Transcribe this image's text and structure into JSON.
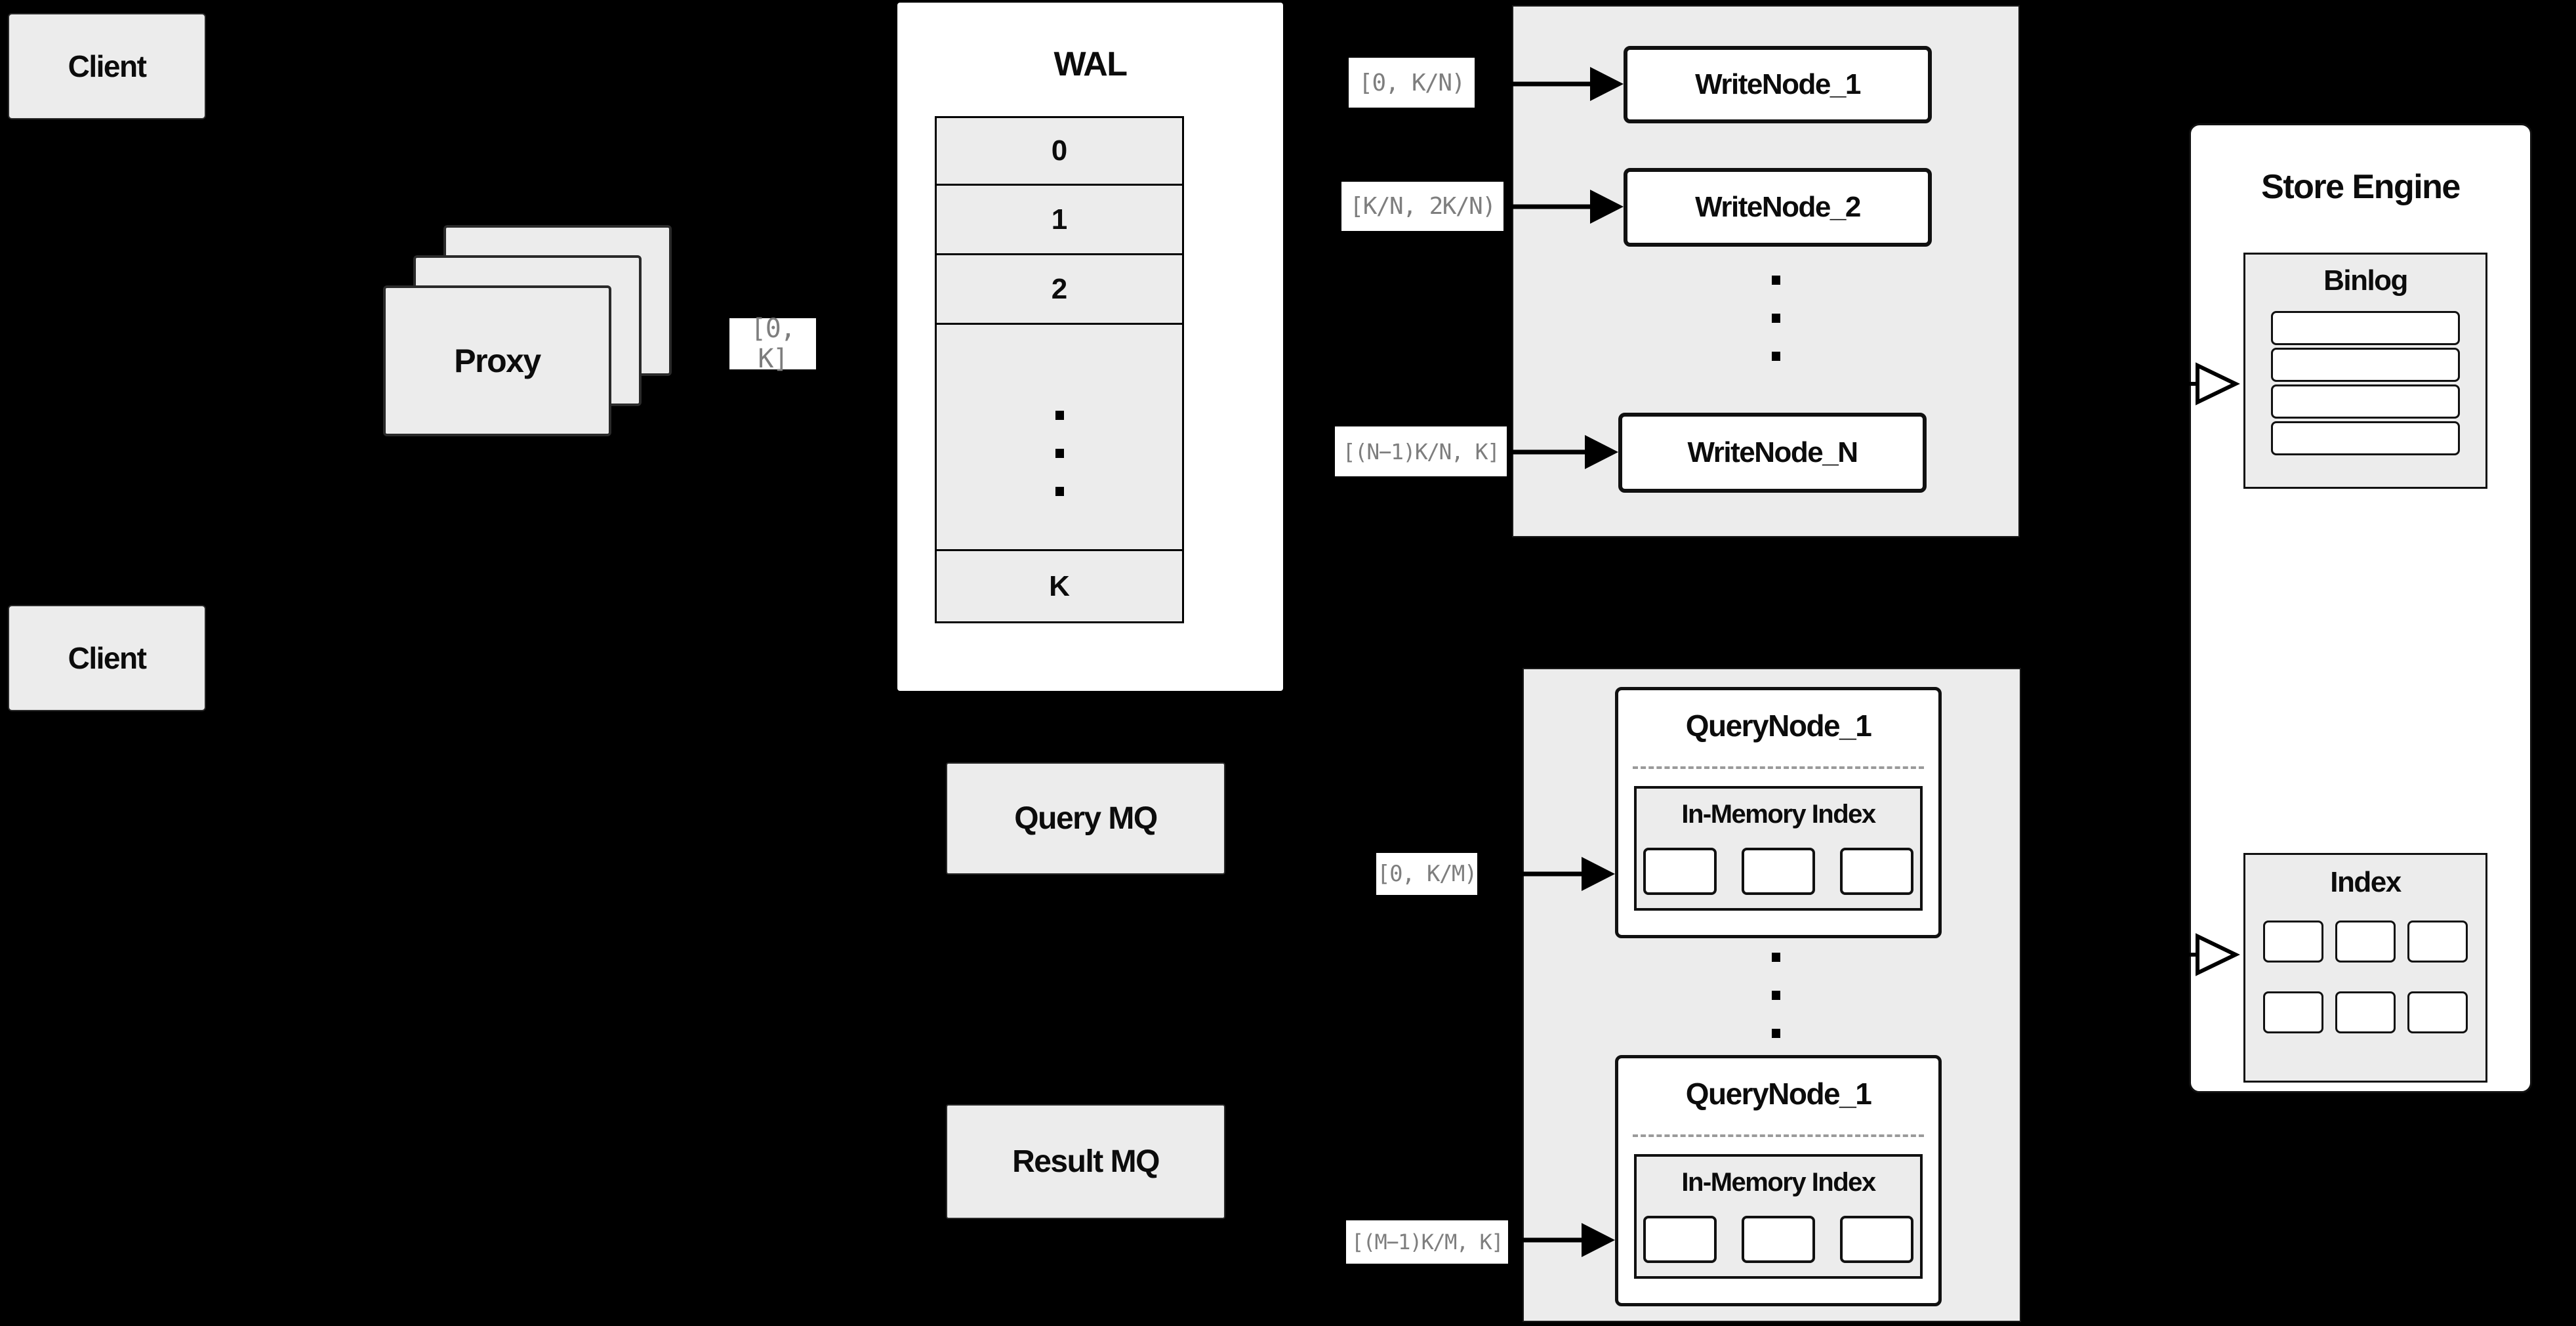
{
  "clients": {
    "top": "Client",
    "bottom": "Client"
  },
  "proxy": {
    "label": "Proxy"
  },
  "wal": {
    "title": "WAL",
    "rows": [
      "0",
      "1",
      "2"
    ],
    "bottom_row": "K"
  },
  "range_labels": {
    "proxy_to_wal": "[0, K]",
    "write_1": "[0,  K/N)",
    "write_2": "[K/N, 2K/N)",
    "write_n": "[(N−1)K/N,  K]",
    "query_1": "[0, K/M)",
    "query_m": "[(M−1)K/M, K]"
  },
  "write_nodes": {
    "node_1": "WriteNode_1",
    "node_2": "WriteNode_2",
    "node_n": "WriteNode_N"
  },
  "mq": {
    "query": "Query MQ",
    "result": "Result MQ"
  },
  "query_nodes": {
    "top": {
      "title": "QueryNode_1",
      "inner_title": "In-Memory Index"
    },
    "bottom": {
      "title": "QueryNode_1",
      "inner_title": "In-Memory Index"
    }
  },
  "store_engine": {
    "title": "Store Engine",
    "binlog_title": "Binlog",
    "index_title": "Index"
  },
  "colors": {
    "background": "#000000",
    "panel_gray": "#ececec",
    "box_white": "#ffffff",
    "border_black": "#111111",
    "label_text_gray": "#7e7e7e",
    "text_black": "#0c0c0c"
  }
}
